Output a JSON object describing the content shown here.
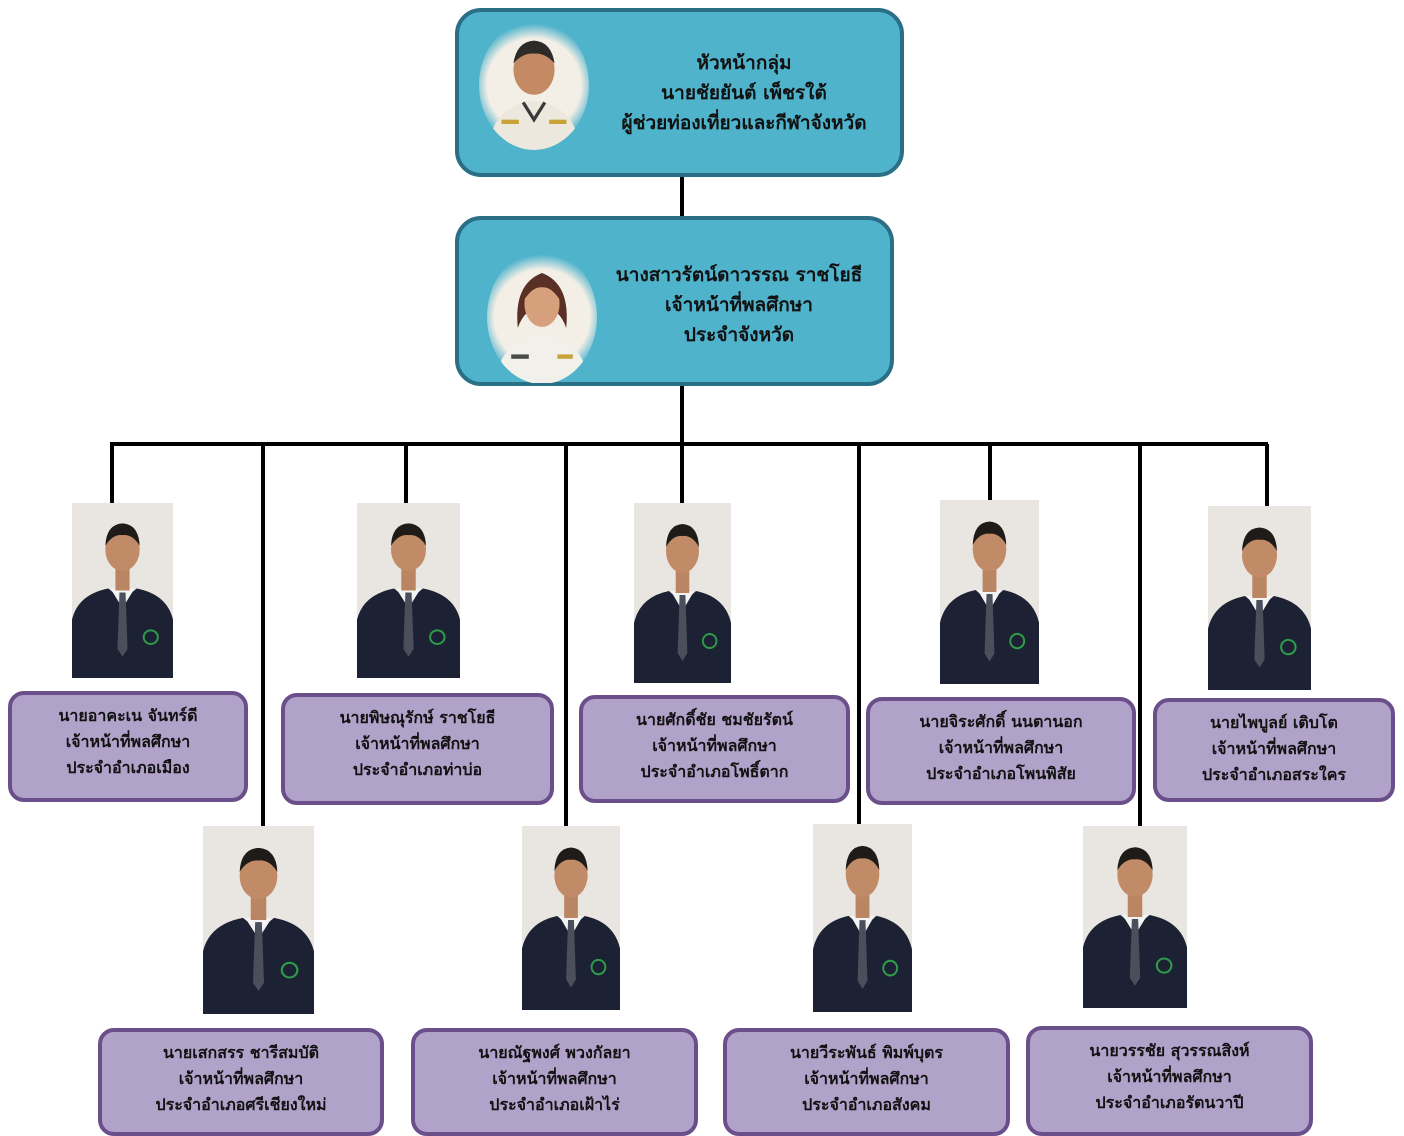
{
  "head": {
    "line1": "หัวหน้ากลุ่ม",
    "line2": "นายชัยยันต์ เพ็ชรใต้",
    "line3": "ผู้ช่วยท่องเที่ยวและกีฬาจังหวัด"
  },
  "provincial": {
    "line1": "นางสาวรัตน์ดาวรรณ ราชโยธี",
    "line2": "เจ้าหน้าที่พลศึกษา",
    "line3": "ประจำจังหวัด"
  },
  "staff": [
    {
      "name": "นายอาคะเน จันทร์ดี",
      "role": "เจ้าหน้าที่พลศึกษา",
      "district": "ประจำอำเภอเมือง"
    },
    {
      "name": "นายพิษณุรักษ์ ราชโยธี",
      "role": "เจ้าหน้าที่พลศึกษา",
      "district": "ประจำอำเภอท่าบ่อ"
    },
    {
      "name": "นายศักดิ์ชัย ชมชัยรัตน์",
      "role": "เจ้าหน้าที่พลศึกษา",
      "district": "ประจำอำเภอโพธิ์ตาก"
    },
    {
      "name": "นายจิระศักดิ์ นนตานอก",
      "role": "เจ้าหน้าที่พลศึกษา",
      "district": "ประจำอำเภอโพนพิสัย"
    },
    {
      "name": "นายไพบูลย์ เติบโต",
      "role": "เจ้าหน้าที่พลศึกษา",
      "district": "ประจำอำเภอสระใคร"
    },
    {
      "name": "นายเสกสรร ชารีสมบัติ",
      "role": "เจ้าหน้าที่พลศึกษา",
      "district": "ประจำอำเภอศรีเชียงใหม่"
    },
    {
      "name": "นายณัฐพงศ์ พวงกัลยา",
      "role": "เจ้าหน้าที่พลศึกษา",
      "district": "ประจำอำเภอเฝ้าไร่"
    },
    {
      "name": "นายวีระพันธ์ พิมพ์บุตร",
      "role": "เจ้าหน้าที่พลศึกษา",
      "district": "ประจำอำเภอสังคม"
    },
    {
      "name": "นายวรรชัย สุวรรณสิงห์",
      "role": "เจ้าหน้าที่พลศึกษา",
      "district": "ประจำอำเภอรัตนวาปี"
    }
  ],
  "colors": {
    "top_box_fill": "#4fb3cc",
    "top_box_border": "#2a6f86",
    "staff_box_fill": "#b1a2c9",
    "staff_box_border": "#6a4f8a",
    "connector": "#000000"
  }
}
